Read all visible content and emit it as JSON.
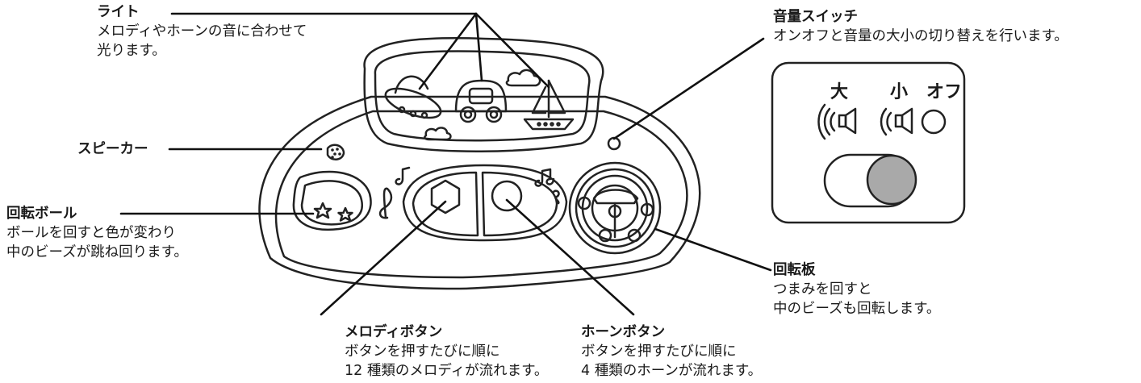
{
  "labels": {
    "light": {
      "title": "ライト",
      "lines": [
        "メロディやホーンの音に合わせて",
        "光ります。"
      ]
    },
    "volume": {
      "title": "音量スイッチ",
      "lines": [
        "オンオフと音量の大小の切り替えを行います。"
      ]
    },
    "speaker": {
      "title": "スピーカー"
    },
    "ball": {
      "title": "回転ボール",
      "lines": [
        "ボールを回すと色が変わり",
        "中のビーズが跳ね回ります。"
      ]
    },
    "dial": {
      "title": "回転板",
      "lines": [
        "つまみを回すと",
        "中のビーズも回転します。"
      ]
    },
    "melody": {
      "title": "メロディボタン",
      "lines": [
        "ボタンを押すたびに順に",
        "12 種類のメロディが流れます。"
      ]
    },
    "horn": {
      "title": "ホーンボタン",
      "lines": [
        "ボタンを押すたびに順に",
        "4 種類のホーンが流れます。"
      ]
    }
  },
  "volume_panel": {
    "large": "大",
    "small": "小",
    "off": "オフ"
  },
  "icons": [
    "ufo-icon",
    "car-icon",
    "sailboat-icon",
    "cloud-icon",
    "music-note-icon",
    "treble-clef-icon",
    "star-icon",
    "hexagon-icon",
    "circle-icon",
    "speaker-wave-icon"
  ]
}
